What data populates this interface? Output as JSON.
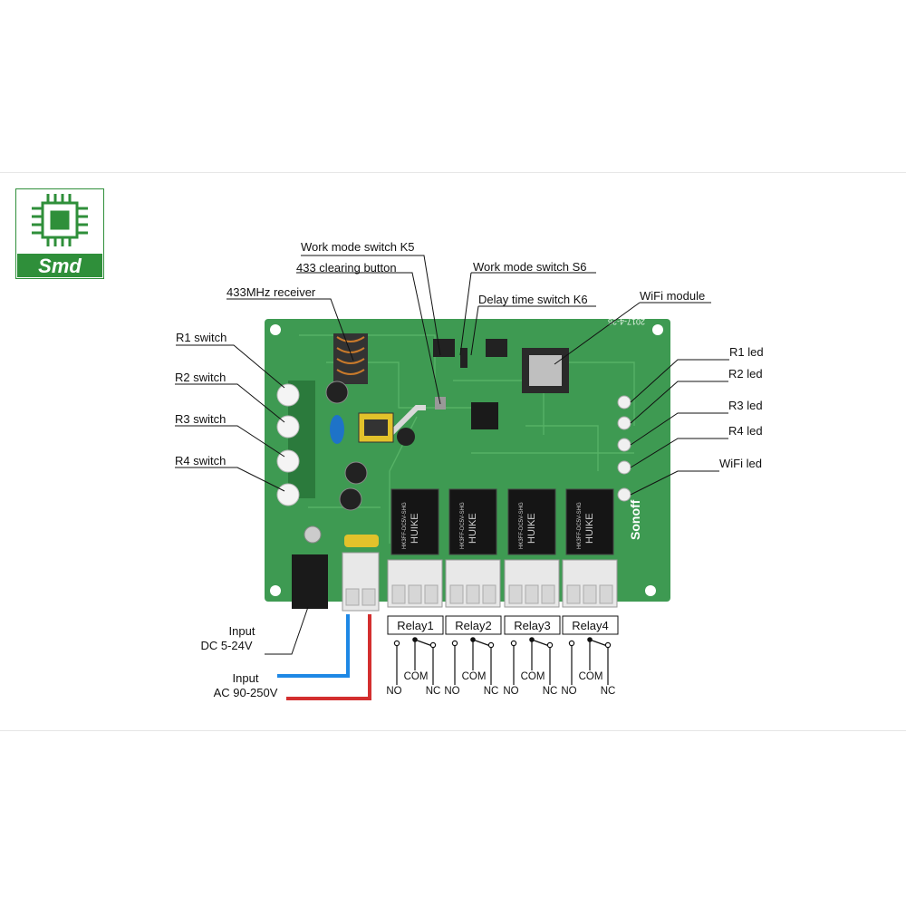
{
  "logo": {
    "text": "Smd"
  },
  "labels": {
    "k5": "Work mode switch K5",
    "clear433": "433 clearing button",
    "s6": "Work mode switch S6",
    "recv433": "433MHz receiver",
    "k6": "Delay time switch K6",
    "wifi_module": "WiFi module",
    "r1_switch": "R1 switch",
    "r2_switch": "R2 switch",
    "r3_switch": "R3 switch",
    "r4_switch": "R4 switch",
    "r1_led": "R1 led",
    "r2_led": "R2 led",
    "r3_led": "R3 led",
    "r4_led": "R4 led",
    "wifi_led": "WiFi led",
    "input_dc_1": "Input",
    "input_dc_2": "DC 5-24V",
    "input_ac_1": "Input",
    "input_ac_2": "AC 90-250V"
  },
  "relays": [
    {
      "name": "Relay1",
      "no": "NO",
      "com": "COM",
      "nc": "NC"
    },
    {
      "name": "Relay2",
      "no": "NO",
      "com": "COM",
      "nc": "NC"
    },
    {
      "name": "Relay3",
      "no": "NO",
      "com": "COM",
      "nc": "NC"
    },
    {
      "name": "Relay4",
      "no": "NO",
      "com": "COM",
      "nc": "NC"
    }
  ],
  "board": {
    "brand": "Sonoff",
    "version_mark": "2017-4-26",
    "relay_brand": "HUIKE",
    "relay_model": "HK3FF-DC5V-SHG"
  },
  "colors": {
    "pcb": "#3e9a52",
    "pcb_dark": "#2b7a3c",
    "logo_green": "#2f8f3a",
    "wire_blue": "#1e88e5",
    "wire_red": "#d32f2f"
  }
}
